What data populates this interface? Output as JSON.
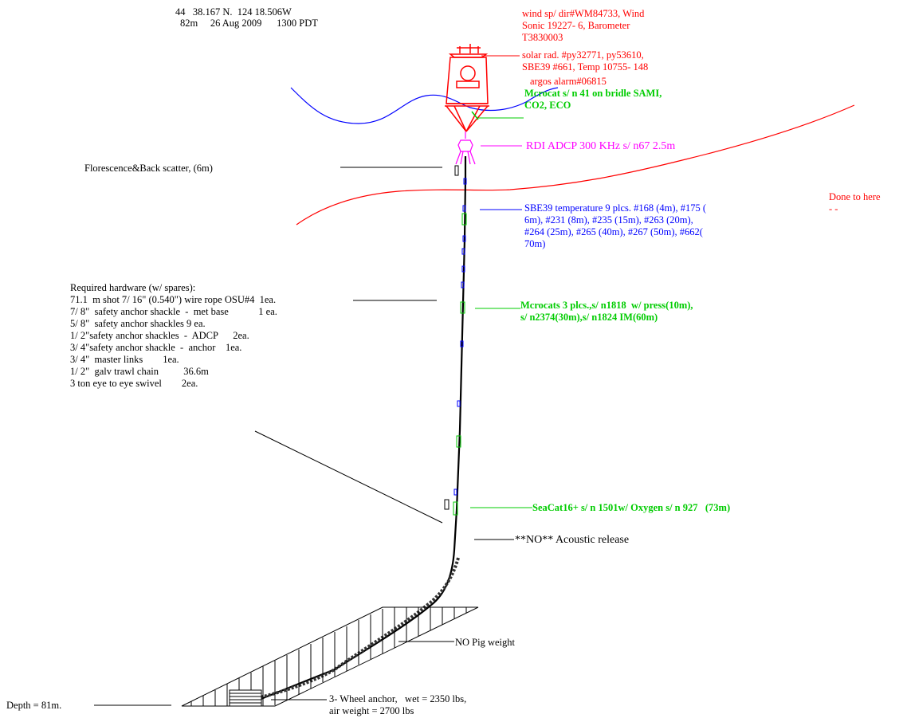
{
  "header": {
    "position": "44   38.167 N.  124 18.506W",
    "depth_date": "82m     26 Aug 2009      1300 PDT"
  },
  "labels": {
    "buoy_sensors_1": "wind sp/ dir#WM84733, Wind\nSonic 19227- 6, Barometer\nT3830003",
    "buoy_sensors_2": "solar rad. #py32771, py53610,\nSBE39 #661, Temp 10755- 148",
    "argos": "argos alarm#06815",
    "microcat_bridle": "Mcrocat s/ n 41 on bridle SAMI,\nCO2, ECO",
    "adcp": "RDI ADCP 300 KHz s/ n67 2.5m",
    "florescence": "Florescence&Back scatter, (6m)",
    "done_to_here": "Done to here\n- -",
    "sbe39": "SBE39 temperature 9 plcs. #168 (4m), #175 (\n6m), #231 (8m), #235 (15m), #263 (20m),\n#264 (25m), #265 (40m), #267 (50m), #662(\n70m)",
    "microcats": "Mcrocats 3 plcs.,s/ n1818  w/ press(10m),\ns/ n2374(30m),s/ n1824 IM(60m)",
    "seacat": "SeaCat16+ s/ n 1501w/ Oxygen s/ n 927   (73m)",
    "acoustic": "**NO** Acoustic release",
    "pig_weight": "NO Pig weight",
    "anchor": "3- Wheel anchor,   wet = 2350 lbs,\nair weight = 2700 lbs",
    "depth": "Depth = 81m."
  },
  "hardware": {
    "title": "Required hardware (w/  spares):",
    "items": [
      "71.1  m shot 7/ 16\" (0.540\") wire rope OSU#4  1ea.",
      "7/ 8\"  safety anchor shackle  -  met base            1 ea.",
      "5/ 8\"  safety anchor shackles 9 ea.",
      "1/ 2\"safety anchor shackles  -  ADCP      2ea.",
      "3/ 4\"safety anchor shackle  -  anchor    1ea.",
      "3/ 4\"  master links        1ea.",
      "1/ 2\"  galv trawl chain          36.6m",
      "3 ton eye to eye swivel        2ea."
    ]
  },
  "colors": {
    "buoy": "#ff0000",
    "wave": "#0000ff",
    "current_line": "#ff0000",
    "sbe39": "#0000ff",
    "microcat": "#00cc00",
    "adcp": "#ff00ff",
    "line": "#000000"
  }
}
